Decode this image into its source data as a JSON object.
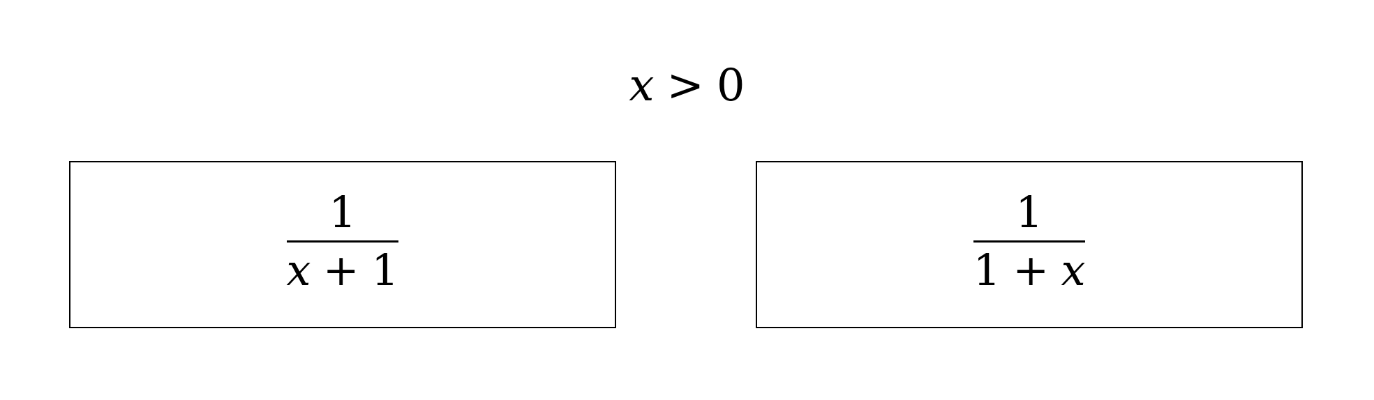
{
  "condition": {
    "lhs": "x",
    "relation": ">",
    "rhs": "0"
  },
  "boxes": [
    {
      "numerator": "1",
      "denominator": {
        "term1": "x",
        "operator": "+",
        "term2": "1"
      }
    },
    {
      "numerator": "1",
      "denominator": {
        "term1": "1",
        "operator": "+",
        "term2": "x"
      }
    }
  ]
}
